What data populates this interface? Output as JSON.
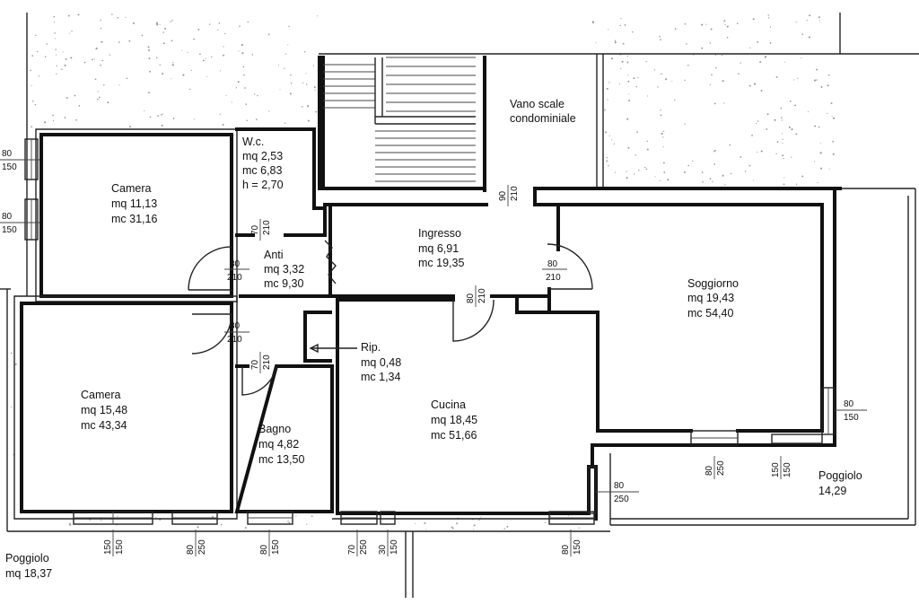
{
  "rooms": {
    "vano_scale": {
      "line1": "Vano scale",
      "line2": "condominiale"
    },
    "wc": {
      "name": "W.c.",
      "mq": "mq 2,53",
      "mc": "mc 6,83",
      "h": "h = 2,70"
    },
    "camera_top": {
      "name": "Camera",
      "mq": "mq 11,13",
      "mc": "mc 31,16"
    },
    "anti": {
      "name": "Anti",
      "mq": "mq 3,32",
      "mc": "mc 9,30"
    },
    "ingresso": {
      "name": "Ingresso",
      "mq": "mq 6,91",
      "mc": "mc 19,35"
    },
    "soggiorno": {
      "name": "Soggiorno",
      "mq": "mq 19,43",
      "mc": "mc 54,40"
    },
    "rip": {
      "name": "Rip.",
      "mq": "mq 0,48",
      "mc": "mc 1,34"
    },
    "camera_bottom": {
      "name": "Camera",
      "mq": "mq 15,48",
      "mc": "mc 43,34"
    },
    "cucina": {
      "name": "Cucina",
      "mq": "mq 18,45",
      "mc": "mc 51,66"
    },
    "bagno": {
      "name": "Bagno",
      "mq": "mq 4,82",
      "mc": "mc 13,50"
    },
    "poggiolo_left": {
      "name": "Poggiolo",
      "mq": "mq 18,37"
    },
    "poggiolo_right": {
      "name": "Poggiolo",
      "area": "14,29"
    }
  },
  "dims": {
    "win_cam_top_1": {
      "w": "80",
      "h": "150"
    },
    "win_cam_top_2": {
      "w": "80",
      "h": "150"
    },
    "door_anti_top": {
      "w": "80",
      "h": "210"
    },
    "door_anti_bottom": {
      "w": "80",
      "h": "210"
    },
    "door_wc": {
      "w": "70",
      "h": "210"
    },
    "door_bagno": {
      "w": "70",
      "h": "210"
    },
    "door_entrance": {
      "w": "90",
      "h": "210"
    },
    "door_soggiorno": {
      "w": "80",
      "h": "210"
    },
    "door_cucina": {
      "w": "80",
      "h": "210"
    },
    "win_sogg_right": {
      "w": "80",
      "h": "150"
    },
    "win_sogg_b1": {
      "w": "80",
      "h": "250"
    },
    "win_sogg_b2": {
      "w": "150",
      "h": "150"
    },
    "win_cucina_right": {
      "w": "80",
      "h": "250"
    },
    "win_cam_bot": {
      "w": "150",
      "h": "150"
    },
    "win_cam_bot_2": {
      "w": "80",
      "h": "250"
    },
    "win_bagno": {
      "w": "80",
      "h": "150"
    },
    "win_cucina_1": {
      "w": "70",
      "h": "250"
    },
    "win_cucina_2": {
      "w": "30",
      "h": "150"
    },
    "win_cucina_3": {
      "w": "80",
      "h": "150"
    }
  }
}
